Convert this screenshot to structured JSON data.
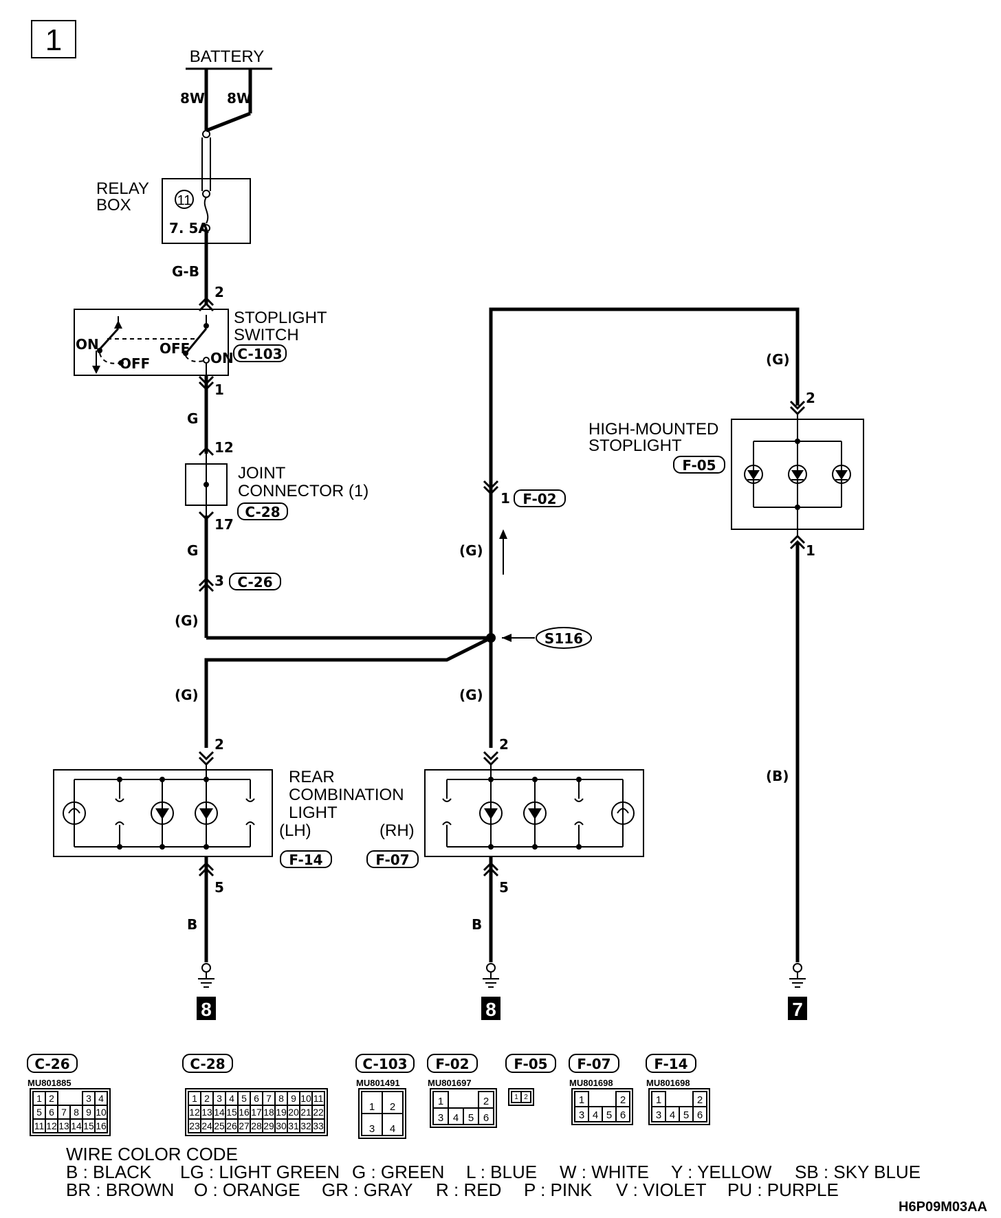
{
  "page_number": "1",
  "battery": {
    "label": "BATTERY",
    "wire_left": "8W",
    "wire_right": "8W"
  },
  "relay_box": {
    "label_line1": "RELAY",
    "label_line2": "BOX",
    "fuse_number": "11",
    "fuse_rating": "7. 5A"
  },
  "wire_gb": "G-B",
  "stoplight_switch": {
    "label_line1": "STOPLIGHT",
    "label_line2": "SWITCH",
    "connector": "C-103",
    "pin_top": "2",
    "pin_bottom": "1",
    "state_on_left": "ON",
    "state_off_left": "OFF",
    "state_off_right": "OFF",
    "state_on_right": "ON"
  },
  "wire_g_1": "G",
  "joint_connector": {
    "label_line1": "JOINT",
    "label_line2": "CONNECTOR (1)",
    "connector": "C-28",
    "pin_top": "12",
    "pin_bottom": "17"
  },
  "wire_g_2": "G",
  "c26_pin": {
    "pin": "3",
    "connector": "C-26"
  },
  "wire_g_paren_left": "(G)",
  "splice": "S116",
  "branch_up": {
    "wire": "(G)",
    "pin": "1",
    "connector": "F-02"
  },
  "branch_top_right_wire": "(G)",
  "high_mounted_stoplight": {
    "label_line1": "HIGH-MOUNTED",
    "label_line2": "STOPLIGHT",
    "connector": "F-05",
    "pin_top": "2",
    "pin_bottom": "1"
  },
  "wire_b_right": "(B)",
  "rear_lh": {
    "wire": "(G)",
    "pin_top": "2",
    "pin_bottom": "5",
    "connector": "F-14",
    "side": "(LH)",
    "ground_wire": "B",
    "ground_ref": "8"
  },
  "rear_rh": {
    "wire": "(G)",
    "pin_top": "2",
    "pin_bottom": "5",
    "connector": "F-07",
    "side": "(RH)",
    "ground_wire": "B",
    "ground_ref": "8"
  },
  "rear_combination_label": {
    "line1": "REAR",
    "line2": "COMBINATION",
    "line3": "LIGHT"
  },
  "hms_ground_ref": "7",
  "connector_views": [
    {
      "id": "C-26",
      "part": "MU801885",
      "rows": [
        [
          "1",
          "2",
          "",
          "",
          "3",
          "4"
        ],
        [
          "5",
          "6",
          "7",
          "8",
          "9",
          "10"
        ],
        [
          "11",
          "12",
          "13",
          "14",
          "15",
          "16"
        ]
      ]
    },
    {
      "id": "C-28",
      "part": "",
      "rows": [
        [
          "1",
          "2",
          "3",
          "4",
          "5",
          "6",
          "7",
          "8",
          "9",
          "10",
          "11"
        ],
        [
          "12",
          "13",
          "14",
          "15",
          "16",
          "17",
          "18",
          "19",
          "20",
          "21",
          "22"
        ],
        [
          "23",
          "24",
          "25",
          "26",
          "27",
          "28",
          "29",
          "30",
          "31",
          "32",
          "33"
        ]
      ]
    },
    {
      "id": "C-103",
      "part": "MU801491",
      "rows": [
        [
          "1",
          "2"
        ],
        [
          "3",
          "4"
        ]
      ]
    },
    {
      "id": "F-02",
      "part": "MU801697",
      "rows": [
        [
          "1",
          "",
          "",
          "2"
        ],
        [
          "3",
          "4",
          "5",
          "6"
        ]
      ]
    },
    {
      "id": "F-05",
      "part": "",
      "rows": [
        [
          "1",
          "2"
        ]
      ]
    },
    {
      "id": "F-07",
      "part": "MU801698",
      "rows": [
        [
          "1",
          "",
          "",
          "2"
        ],
        [
          "3",
          "4",
          "5",
          "6"
        ]
      ]
    },
    {
      "id": "F-14",
      "part": "MU801698",
      "rows": [
        [
          "1",
          "",
          "",
          "2"
        ],
        [
          "3",
          "4",
          "5",
          "6"
        ]
      ]
    }
  ],
  "wire_color_code": {
    "title": "WIRE COLOR CODE",
    "line1": [
      "B : BLACK",
      "LG : LIGHT GREEN",
      "G : GREEN",
      "L : BLUE",
      "W : WHITE",
      "Y : YELLOW",
      "SB : SKY BLUE"
    ],
    "line2": [
      "BR : BROWN",
      "O : ORANGE",
      "GR : GRAY",
      "R : RED",
      "P : PINK",
      "V : VIOLET",
      "PU : PURPLE"
    ]
  },
  "figure_code": "H6P09M03AA"
}
